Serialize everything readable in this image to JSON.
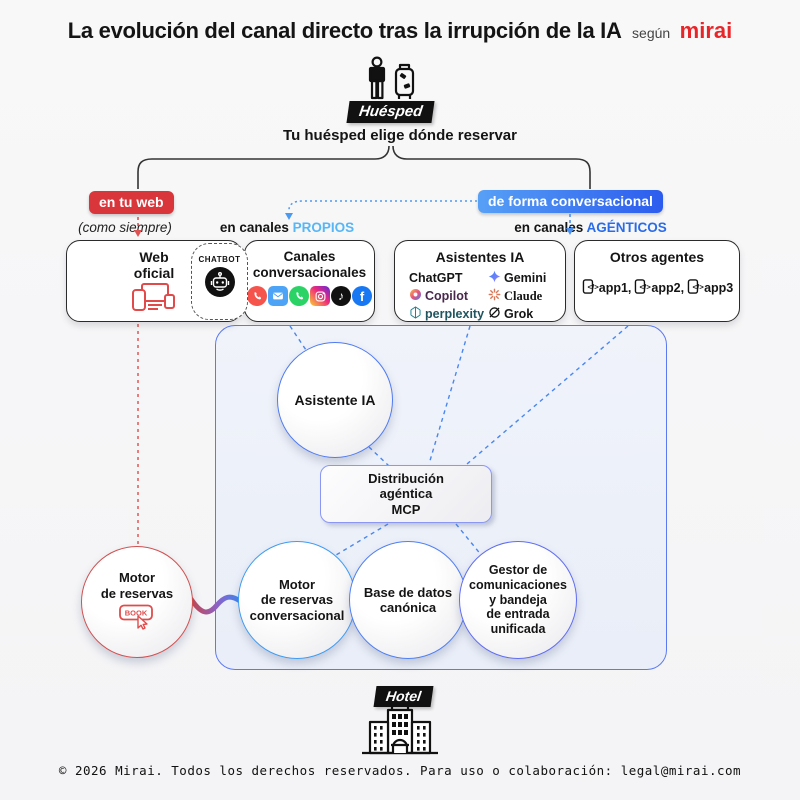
{
  "title": {
    "main": "La evolución del canal directo tras la irrupción de la IA",
    "suffix": "según",
    "brand": "mirai"
  },
  "guest": {
    "badge": "Huésped",
    "caption": "Tu huésped elige dónde reservar"
  },
  "branches": {
    "web_badge": "en tu web",
    "web_note": "(como siempre)",
    "conv_badge": "de forma conversacional",
    "propios_prefix": "en canales ",
    "propios_word": "PROPIOS",
    "agenticos_prefix": "en canales ",
    "agenticos_word": "AGÉNTICOS"
  },
  "boxes": {
    "web": {
      "line1": "Web",
      "line2": "oficial",
      "icon": "devices-icon"
    },
    "chatbot": {
      "label": "CHATBOT",
      "icon": "robot-icon"
    },
    "canales": {
      "line1": "Canales",
      "line2": "conversacionales",
      "icons": [
        "phone-icon",
        "email-icon",
        "whatsapp-icon",
        "instagram-icon",
        "tiktok-icon",
        "facebook-icon"
      ]
    },
    "asistentes": {
      "title": "Asistentes IA",
      "items": [
        {
          "label": "ChatGPT",
          "icon": "none"
        },
        {
          "label": "Gemini",
          "icon": "gemini-star-icon"
        },
        {
          "label": "Copilot",
          "icon": "copilot-icon"
        },
        {
          "label": "Claude",
          "icon": "claude-burst-icon"
        },
        {
          "label": "perplexity",
          "icon": "perplexity-icon"
        },
        {
          "label": "Grok",
          "icon": "grok-icon"
        }
      ]
    },
    "otros": {
      "title": "Otros agentes",
      "apps": [
        "app1,",
        "app2,",
        "app3"
      ],
      "icon": "phone-code-icon"
    }
  },
  "core": {
    "asistente": "Asistente IA",
    "mcp": {
      "line1": "Distribución",
      "line2": "agéntica",
      "line3": "MCP"
    },
    "circle1": {
      "line1": "Motor",
      "line2": "de reservas",
      "line3": "conversacional"
    },
    "circle2": {
      "line1": "Base de datos",
      "line2": "canónica"
    },
    "circle3": {
      "line1": "Gestor de",
      "line2": "comunicaciones",
      "line3": "y bandeja",
      "line4": "de entrada",
      "line5": "unificada"
    }
  },
  "motor": {
    "line1": "Motor",
    "line2": "de reservas",
    "button": "BOOK"
  },
  "hotel": {
    "badge": "Hotel"
  },
  "footer": "© 2026 Mirai. Todos los derechos reservados. Para uso o colaboración: legal@mirai.com",
  "colors": {
    "brand_red": "#e8262a",
    "badge_red": "#d9363c",
    "blue": "#2c5cee",
    "light_blue": "#56b6f6",
    "agentic_blue": "#2a6ce8",
    "container_border": "#5b79f3",
    "whatsapp_green": "#2bd366",
    "facebook_blue": "#1877f2",
    "email_blue": "#4da3f5",
    "phone_red": "#f4544c",
    "claude_orange": "#d97757",
    "perplexity_teal": "#20808d"
  }
}
